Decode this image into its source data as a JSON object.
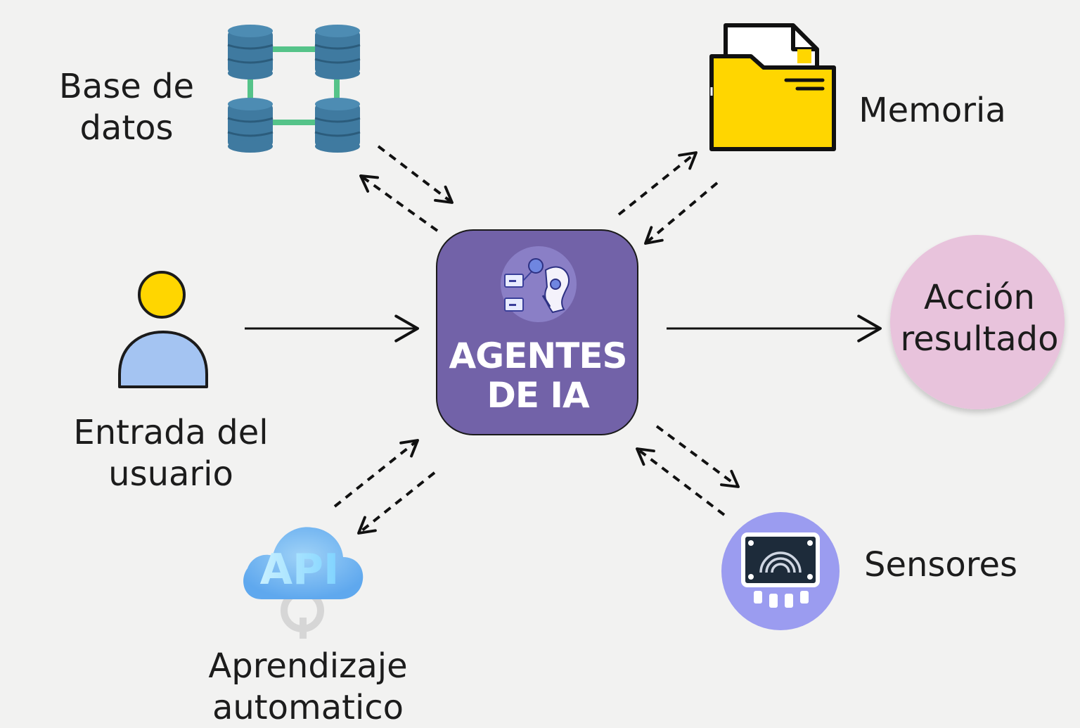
{
  "center": {
    "line1": "AGENTES",
    "line2": "DE IA",
    "color": "#7262a8",
    "icon": "robot-agent-icon"
  },
  "nodes": {
    "database": {
      "line1": "Base de",
      "line2": "datos",
      "icon": "database-network-icon",
      "color": "#3f7aa0"
    },
    "memory": {
      "line1": "Memoria",
      "icon": "folder-icon",
      "color": "#ffd600"
    },
    "user_input": {
      "line1": "Entrada del",
      "line2": "usuario",
      "icon": "user-icon",
      "color": "#a4c4f2"
    },
    "action": {
      "line1": "Acción",
      "line2": "resultado",
      "color": "#e8c3dc"
    },
    "learning": {
      "line1": "Aprendizaje",
      "line2": "automatico",
      "icon": "api-cloud-icon",
      "icon_text": "API",
      "color": "#7cbcf2"
    },
    "sensors": {
      "line1": "Sensores",
      "icon": "sensor-icon",
      "color": "#9b9cf0"
    }
  }
}
